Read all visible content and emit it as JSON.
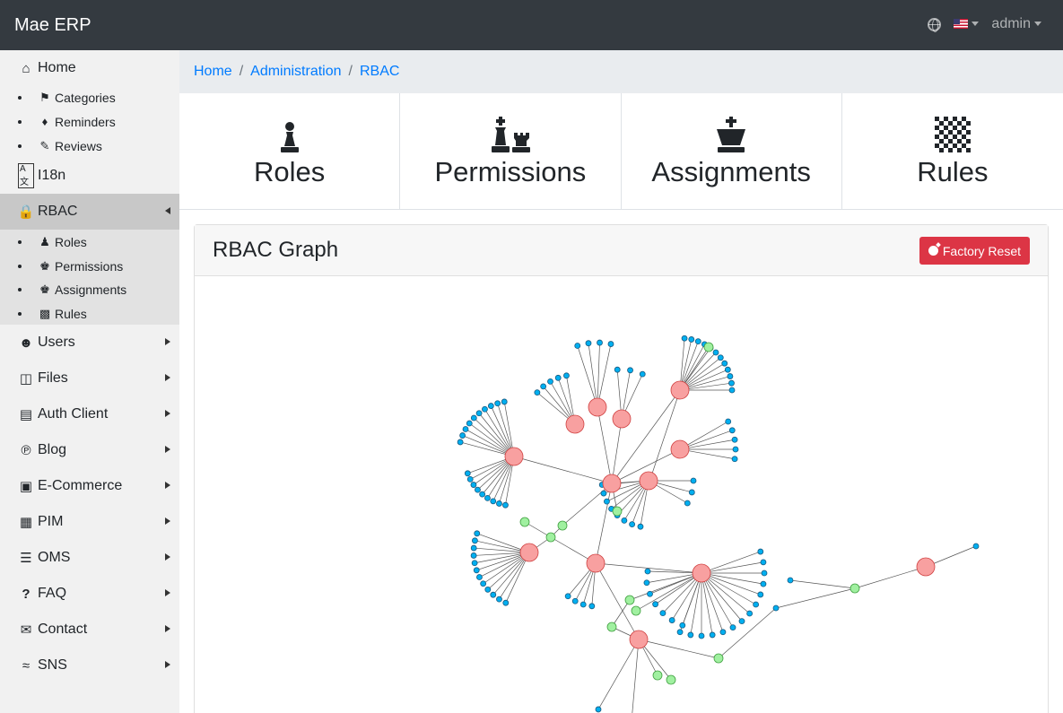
{
  "navbar": {
    "brand": "Mae ERP",
    "user": "admin",
    "icons": {
      "language": "globe-icon",
      "locale": "us-flag-icon"
    }
  },
  "sidebar": {
    "home": "Home",
    "home_children": [
      "Categories",
      "Reminders",
      "Reviews"
    ],
    "i18n": "I18n",
    "rbac": "RBAC",
    "rbac_children": [
      "Roles",
      "Permissions",
      "Assignments",
      "Rules"
    ],
    "sections": [
      "Users",
      "Files",
      "Auth Client",
      "Blog",
      "E-Commerce",
      "PIM",
      "OMS",
      "FAQ",
      "Contact",
      "SNS"
    ]
  },
  "breadcrumb": {
    "home": "Home",
    "administration": "Administration",
    "current": "RBAC"
  },
  "tiles": {
    "roles": "Roles",
    "permissions": "Permissions",
    "assignments": "Assignments",
    "rules": "Rules"
  },
  "card": {
    "title": "RBAC Graph",
    "reset_button": "Factory Reset"
  },
  "graph_colors": {
    "role": "#f8a0a0",
    "permission": "#00aff0",
    "rule": "#a0f0a0",
    "edge": "#555555"
  }
}
